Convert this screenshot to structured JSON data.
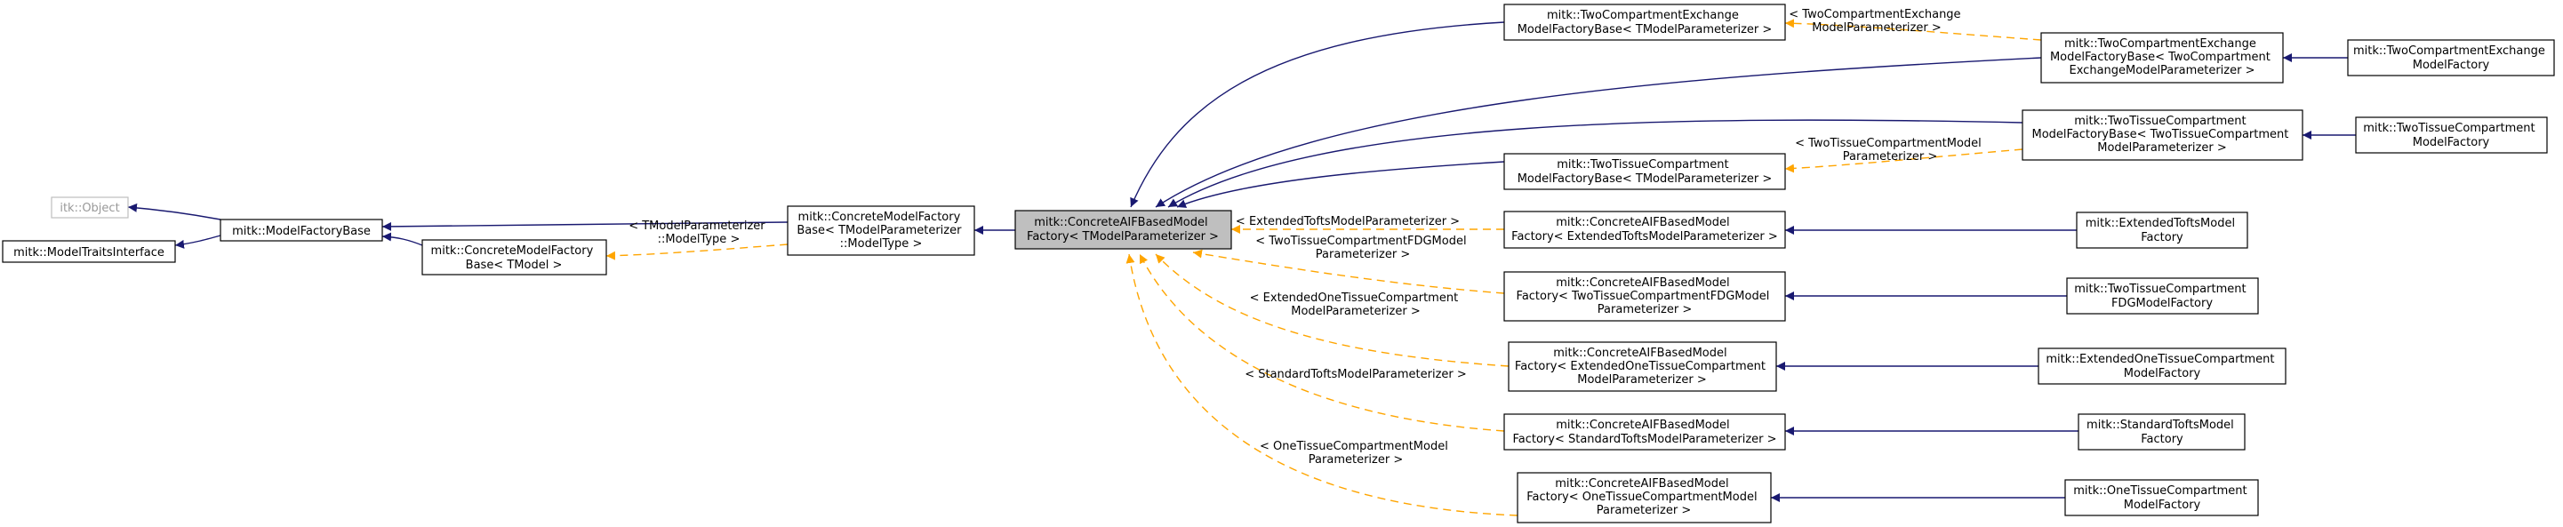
{
  "nodes": {
    "itk_object": [
      "itk::Object"
    ],
    "traits_iface": [
      "mitk::ModelTraitsInterface"
    ],
    "factory_base": [
      "mitk::ModelFactoryBase"
    ],
    "concrete_factory_base_tmodel": [
      "mitk::ConcreteModelFactory",
      "Base< TModel >"
    ],
    "concrete_factory_base_type": [
      "mitk::ConcreteModelFactory",
      "Base< TModelParameterizer",
      "::ModelType >"
    ],
    "aif_factory": [
      "mitk::ConcreteAIFBasedModel",
      "Factory< TModelParameterizer >"
    ],
    "twocx_base_t": [
      "mitk::TwoCompartmentExchange",
      "ModelFactoryBase< TModelParameterizer >"
    ],
    "twocx_base_spec": [
      "mitk::TwoCompartmentExchange",
      "ModelFactoryBase< TwoCompartment",
      "ExchangeModelParameterizer >"
    ],
    "twocx_factory": [
      "mitk::TwoCompartmentExchange",
      "ModelFactory"
    ],
    "twotc_base_spec": [
      "mitk::TwoTissueCompartment",
      "ModelFactoryBase< TwoTissueCompartment",
      "ModelParameterizer >"
    ],
    "twotc_factory": [
      "mitk::TwoTissueCompartment",
      "ModelFactory"
    ],
    "twotc_base_t": [
      "mitk::TwoTissueCompartment",
      "ModelFactoryBase< TModelParameterizer >"
    ],
    "aif_ext_tofts": [
      "mitk::ConcreteAIFBasedModel",
      "Factory< ExtendedToftsModelParameterizer >"
    ],
    "ext_tofts_factory": [
      "mitk::ExtendedToftsModel",
      "Factory"
    ],
    "aif_twotc_fdg": [
      "mitk::ConcreteAIFBasedModel",
      "Factory< TwoTissueCompartmentFDGModel",
      "Parameterizer >"
    ],
    "twotc_fdg_factory": [
      "mitk::TwoTissueCompartment",
      "FDGModelFactory"
    ],
    "aif_ext_onetc": [
      "mitk::ConcreteAIFBasedModel",
      "Factory< ExtendedOneTissueCompartment",
      "ModelParameterizer >"
    ],
    "ext_onetc_factory": [
      "mitk::ExtendedOneTissueCompartment",
      "ModelFactory"
    ],
    "aif_std_tofts": [
      "mitk::ConcreteAIFBasedModel",
      "Factory< StandardToftsModelParameterizer >"
    ],
    "std_tofts_factory": [
      "mitk::StandardToftsModel",
      "Factory"
    ],
    "aif_onetc": [
      "mitk::ConcreteAIFBasedModel",
      "Factory< OneTissueCompartmentModel",
      "Parameterizer >"
    ],
    "onetc_factory": [
      "mitk::OneTissueCompartment",
      "ModelFactory"
    ]
  },
  "edge_labels": {
    "tmodel_param_type": [
      "< TModelParameterizer",
      "::ModelType >"
    ],
    "twocx_param": [
      "< TwoCompartmentExchange",
      "ModelParameterizer >"
    ],
    "twotc_param": [
      "< TwoTissueCompartmentModel",
      "Parameterizer >"
    ],
    "ext_tofts_param": [
      "< ExtendedToftsModelParameterizer >"
    ],
    "twotc_fdg_param": [
      "< TwoTissueCompartmentFDGModel",
      "Parameterizer >"
    ],
    "ext_onetc_param": [
      "< ExtendedOneTissueCompartment",
      "ModelParameterizer >"
    ],
    "std_tofts_param": [
      "< StandardToftsModelParameterizer >"
    ],
    "onetc_param": [
      "< OneTissueCompartmentModel",
      "Parameterizer >"
    ]
  },
  "colors": {
    "inheritance_edge": "#191970",
    "template_edge": "#ffa500",
    "current_node_fill": "#bfbfbf",
    "external_node_border": "#bfbfbf",
    "external_node_text": "#999999"
  }
}
